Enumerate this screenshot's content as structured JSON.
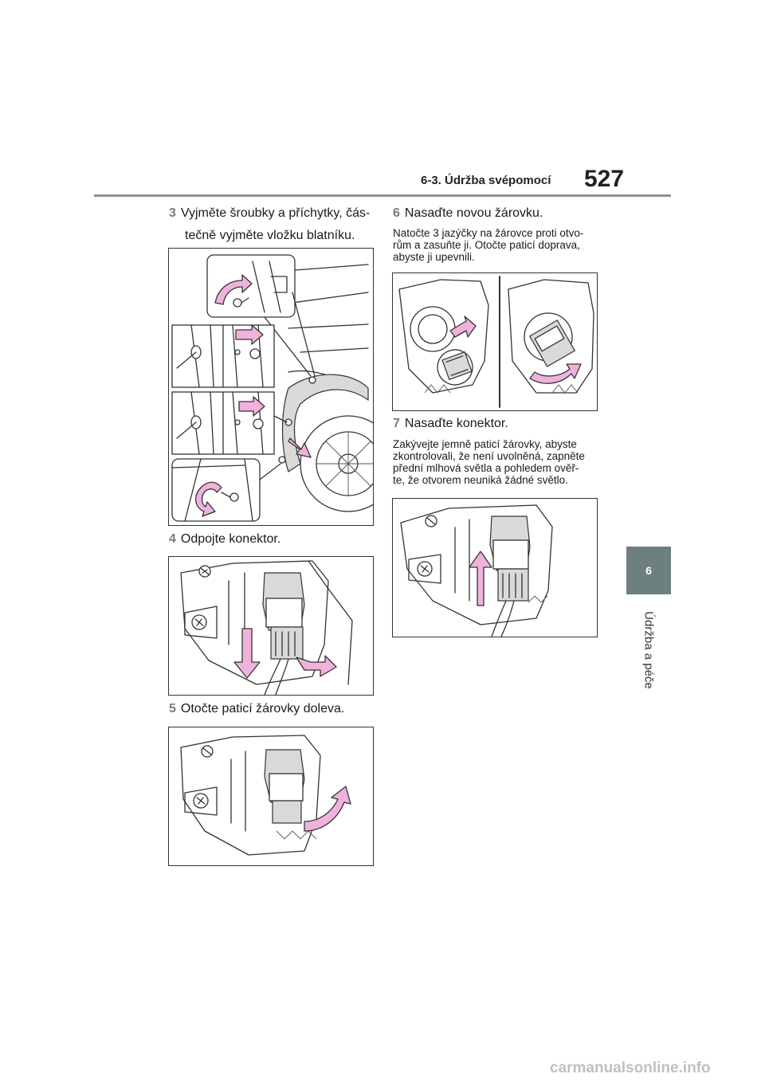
{
  "header": {
    "section_title": "6-3. Údržba svépomocí",
    "page_number": "527"
  },
  "side_tab": {
    "chapter_number": "6",
    "chapter_label": "Údržba a péče"
  },
  "steps": [
    {
      "num": "3",
      "lines": [
        "Vyjměte šroubky a příchytky, čás-",
        "tečně vyjměte vložku blatníku."
      ]
    },
    {
      "num": "4",
      "lines": [
        "Odpojte konektor."
      ]
    },
    {
      "num": "5",
      "lines": [
        "Otočte paticí žárovky doleva."
      ]
    },
    {
      "num": "6",
      "lines": [
        "Nasaďte novou žárovku."
      ],
      "note": [
        "Natočte 3 jazýčky na žárovce proti otvo-",
        "rům a zasuňte ji. Otočte paticí doprava,",
        "abyste ji upevnili."
      ]
    },
    {
      "num": "7",
      "lines": [
        "Nasaďte konektor."
      ],
      "note": [
        "Zakývejte jemně paticí žárovky, abyste",
        "zkontrolovali, že není uvolněná, zapněte",
        "přední mlhová světla a pohledem ověř-",
        "te, že otvorem neuniká žádné světlo."
      ]
    }
  ],
  "colors": {
    "accent": "#6e7f80",
    "arrow_pink": "#f0b2dc",
    "rule": "#8a9393"
  },
  "footer": {
    "watermark": "carmanualsonline.info"
  }
}
